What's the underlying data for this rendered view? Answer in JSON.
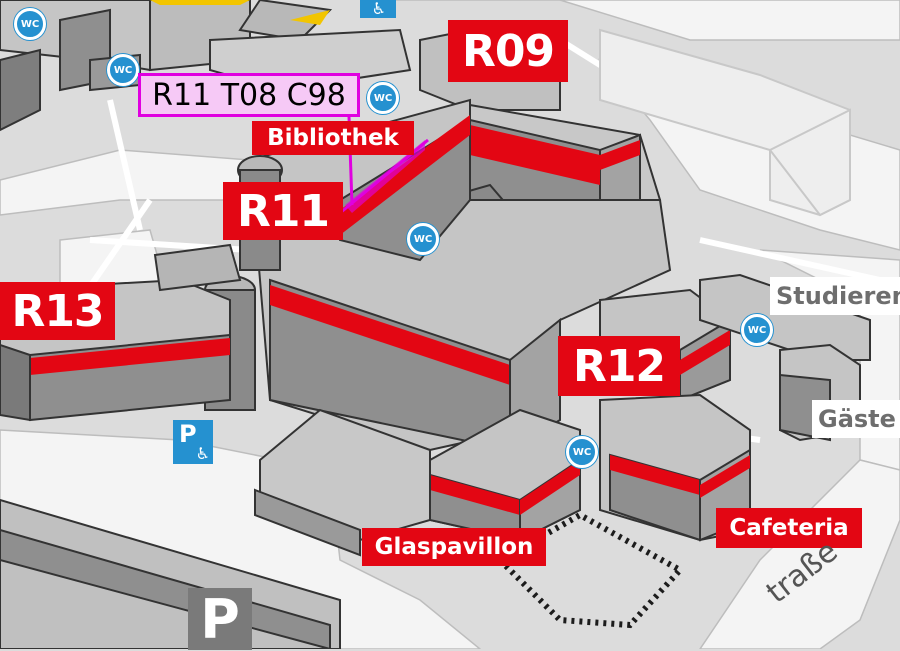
{
  "annotation": {
    "text": "R11 T08 C98",
    "color": "#e000e0",
    "fill": "#f6c9f6"
  },
  "buildings": {
    "r09": "R09",
    "r11": "R11",
    "r12": "R12",
    "r13": "R13"
  },
  "places": {
    "bibliothek": "Bibliothek",
    "glaspavillon": "Glaspavillon",
    "cafeteria": "Cafeteria",
    "studieren": "Studieren",
    "gaeste": "Gäste"
  },
  "street": {
    "name": "traße"
  },
  "icons": {
    "wc": "WC",
    "parking": "P",
    "wheelchair": "♿"
  },
  "colors": {
    "label_red": "#e30613",
    "ground": "#dcdcdc",
    "path": "#f2f2f2",
    "roof": "#c8c8c8",
    "wall": "#8f8f8f",
    "wc_blue": "#2591d0"
  }
}
